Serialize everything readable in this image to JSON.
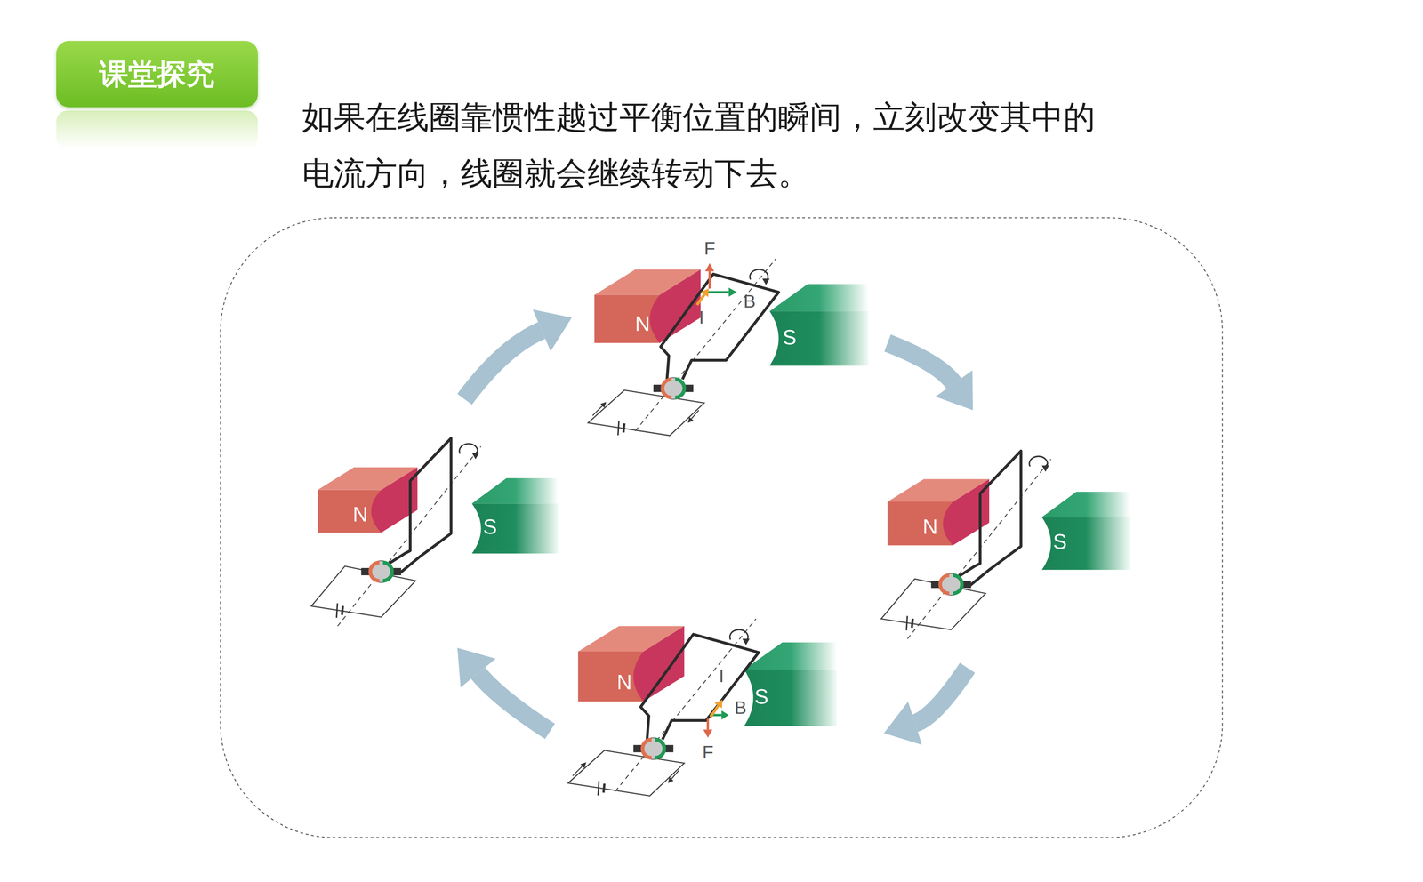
{
  "diagram": {
    "nodes": [
      {
        "text": [
          "课堂探究"
        ]
      },
      {
        "text": [
          "N"
        ]
      },
      {
        "text": [
          "S"
        ]
      },
      {
        "text": [
          "N"
        ]
      },
      {
        "text": [
          "S"
        ]
      },
      {
        "text": [
          "N"
        ]
      },
      {
        "text": [
          "S"
        ]
      },
      {
        "text": [
          "N"
        ]
      },
      {
        "text": [
          "S"
        ]
      }
    ],
    "labels": [
      "如果在线圈靠惯性越过平衡位置的瞬间，立刻改变其中的 电流方向，线圈就会继续转动下去。",
      "F",
      "B",
      "I",
      "I",
      "B",
      "F"
    ]
  }
}
